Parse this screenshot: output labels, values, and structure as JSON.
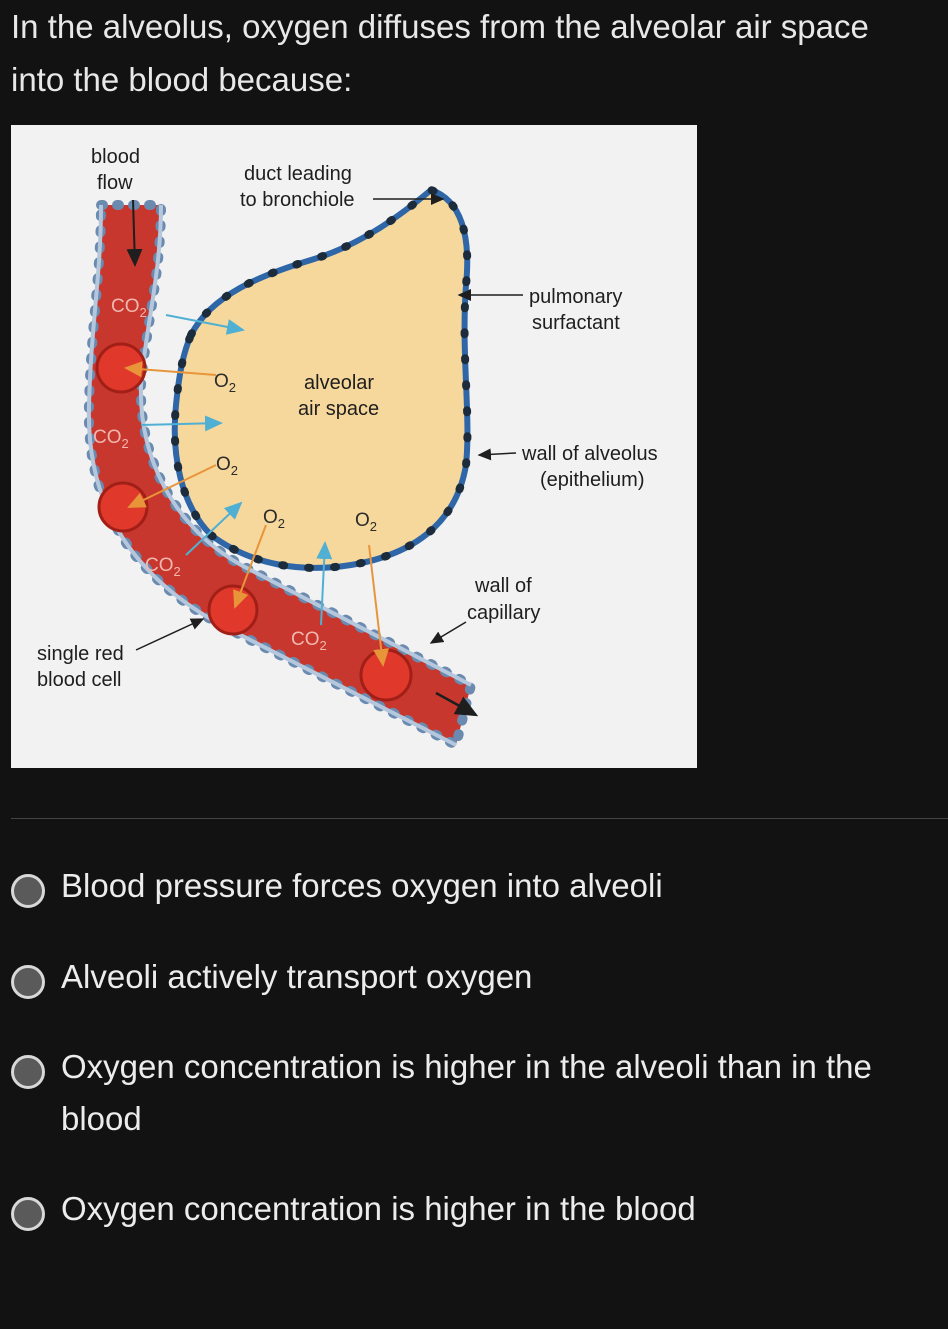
{
  "question": {
    "text": "In the alveolus, oxygen diffuses from the alveolar air space into the blood because:"
  },
  "figure": {
    "labels": {
      "blood_flow": [
        "blood",
        "flow"
      ],
      "duct": [
        "duct leading",
        "to bronchiole"
      ],
      "surfactant": [
        "pulmonary",
        "surfactant"
      ],
      "air_space": [
        "alveolar",
        "air space"
      ],
      "wall_alveolus": [
        "wall of alveolus",
        "(epithelium)"
      ],
      "wall_capillary": [
        "wall of",
        "capillary"
      ],
      "red_cell": [
        "single red",
        "blood cell"
      ]
    },
    "gas_labels": {
      "o2": "O",
      "co2": "CO",
      "subscript": "2"
    },
    "colors": {
      "blood": "#c8372d",
      "air_space": "#f7d89c",
      "wall": "#3b7fc4",
      "o2_arrow": "#f0a040",
      "co2_arrow": "#5fb8d8"
    }
  },
  "options": [
    {
      "label": "Blood pressure forces oxygen into alveoli",
      "selected": false
    },
    {
      "label": "Alveoli actively transport oxygen",
      "selected": false
    },
    {
      "label": "Oxygen concentration is higher in the alveoli than in the blood",
      "selected": false
    },
    {
      "label": "Oxygen concentration is higher in the blood",
      "selected": false
    }
  ]
}
